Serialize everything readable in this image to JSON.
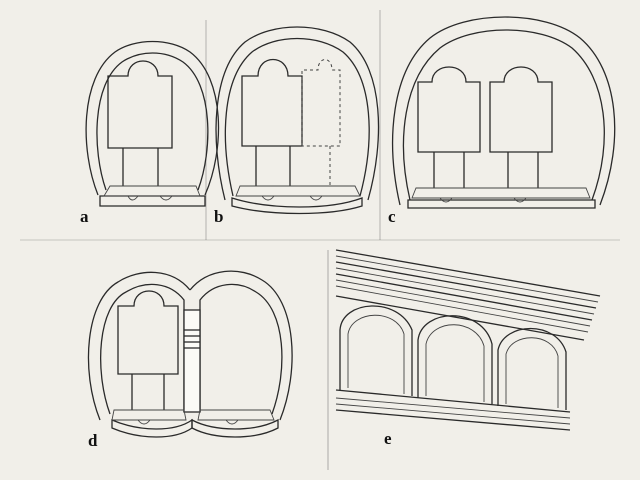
{
  "figure": {
    "panels": [
      {
        "id": "a",
        "label": "a"
      },
      {
        "id": "b",
        "label": "b"
      },
      {
        "id": "c",
        "label": "c"
      },
      {
        "id": "d",
        "label": "d"
      },
      {
        "id": "e",
        "label": "e"
      }
    ],
    "colors": {
      "paper": "#f1efe9",
      "ink": "#2a2a2a"
    }
  }
}
